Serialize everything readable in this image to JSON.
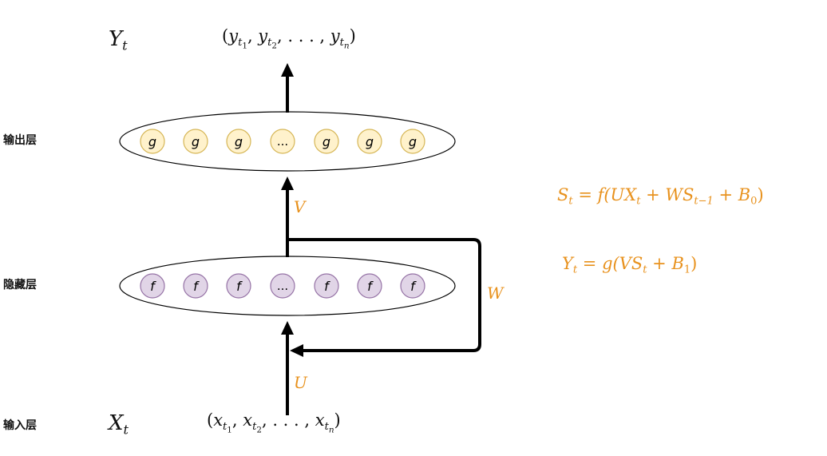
{
  "layers": {
    "output": "输出层",
    "hidden": "隐藏层",
    "input": "输入层"
  },
  "top_symbol": {
    "base": "Y",
    "sub": "t"
  },
  "bottom_symbol": {
    "base": "X",
    "sub": "t"
  },
  "output_sequence": {
    "open": "(",
    "first": "y",
    "second": "y",
    "ellipsis": ", . . . ,",
    "last": "y",
    "close": ")",
    "t": "t",
    "s1": "1",
    "s2": "2",
    "sn": "n"
  },
  "input_sequence": {
    "open": "(",
    "first": "x",
    "second": "x",
    "ellipsis": ", . . . ,",
    "last": "x",
    "close": ")",
    "t": "t",
    "s1": "1",
    "s2": "2",
    "sn": "n"
  },
  "output_nodes": [
    "g",
    "g",
    "g",
    "...",
    "g",
    "g",
    "g"
  ],
  "hidden_nodes": [
    "f",
    "f",
    "f",
    "...",
    "f",
    "f",
    "f"
  ],
  "weights": {
    "U": "U",
    "V": "V",
    "W": "W"
  },
  "equations": {
    "state": {
      "lhs": "S",
      "lhs_sub": "t",
      "body": "= f(UX",
      "body_sub": "t",
      "mid": " + WS",
      "mid_sub": "t−1",
      "tail": " + B",
      "tail_sub": "0",
      "close": ")"
    },
    "output": {
      "lhs": "Y",
      "lhs_sub": "t",
      "body": "= g(VS",
      "body_sub": "t",
      "tail": " + B",
      "tail_sub": "1",
      "close": ")"
    }
  },
  "colors": {
    "output_node_fill": "#fff2cc",
    "output_node_stroke": "#d6b656",
    "hidden_node_fill": "#e1d5e7",
    "hidden_node_stroke": "#9673a6",
    "label_accent": "#e8921e",
    "line": "#000000"
  }
}
